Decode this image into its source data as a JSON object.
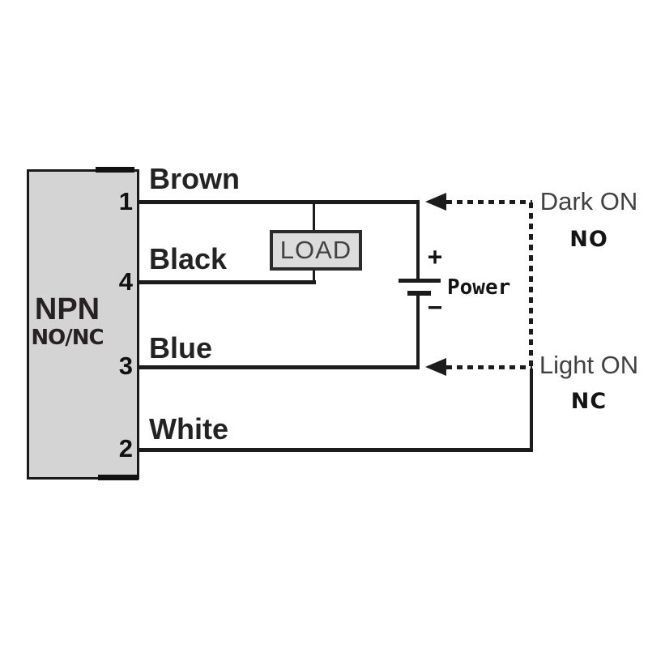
{
  "diagram": {
    "title_semantic": "NPN NO/NC sensor wiring diagram",
    "sensor": {
      "type_label": "NPN",
      "mode_label": "NO/NC"
    },
    "pins": [
      {
        "number": "1",
        "wire_label": "Brown"
      },
      {
        "number": "4",
        "wire_label": "Black"
      },
      {
        "number": "3",
        "wire_label": "Blue"
      },
      {
        "number": "2",
        "wire_label": "White"
      }
    ],
    "load": {
      "label": "LOAD"
    },
    "power": {
      "label": "Power",
      "plus": "+",
      "minus": "−"
    },
    "annotations": {
      "dark_on": {
        "label": "Dark ON",
        "mode": "NO"
      },
      "light_on": {
        "label": "Light ON",
        "mode": "NC"
      }
    },
    "colors": {
      "sensor_box_fill": "#d4d4d4",
      "load_box_fill": "#dcdcdc",
      "wire": "#1c1c1c",
      "annotation_text": "#414141",
      "label_text": "#232323",
      "background": "#ffffff"
    }
  }
}
